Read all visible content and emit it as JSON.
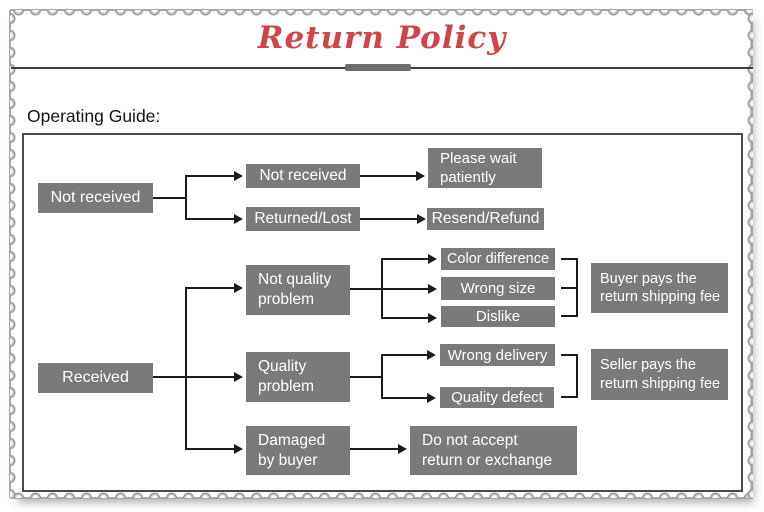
{
  "header": {
    "title": "Return Policy"
  },
  "guide": {
    "heading": "Operating Guide:"
  },
  "colors": {
    "title_red": "#d14449",
    "node_bg": "#7a7a7a",
    "node_text": "#ffffff",
    "connector": "#1c1c1c"
  },
  "nodes": {
    "not_received_root": "Not received",
    "received_root": "Received",
    "not_received_case": "Not received",
    "returned_lost": "Returned/Lost",
    "please_wait": [
      "Please wait",
      "patiently"
    ],
    "resend_refund": "Resend/Refund",
    "not_quality_problem": [
      "Not quality",
      "problem"
    ],
    "quality_problem": [
      "Quality",
      "problem"
    ],
    "damaged_by_buyer": [
      "Damaged",
      "by buyer"
    ],
    "color_difference": "Color difference",
    "wrong_size": "Wrong size",
    "dislike": "Dislike",
    "wrong_delivery": "Wrong delivery",
    "quality_defect": "Quality defect",
    "buyer_pays": [
      "Buyer pays the",
      "return shipping fee"
    ],
    "seller_pays": [
      "Seller pays the",
      "return shipping fee"
    ],
    "do_not_accept": [
      "Do not accept",
      "return or exchange"
    ]
  }
}
